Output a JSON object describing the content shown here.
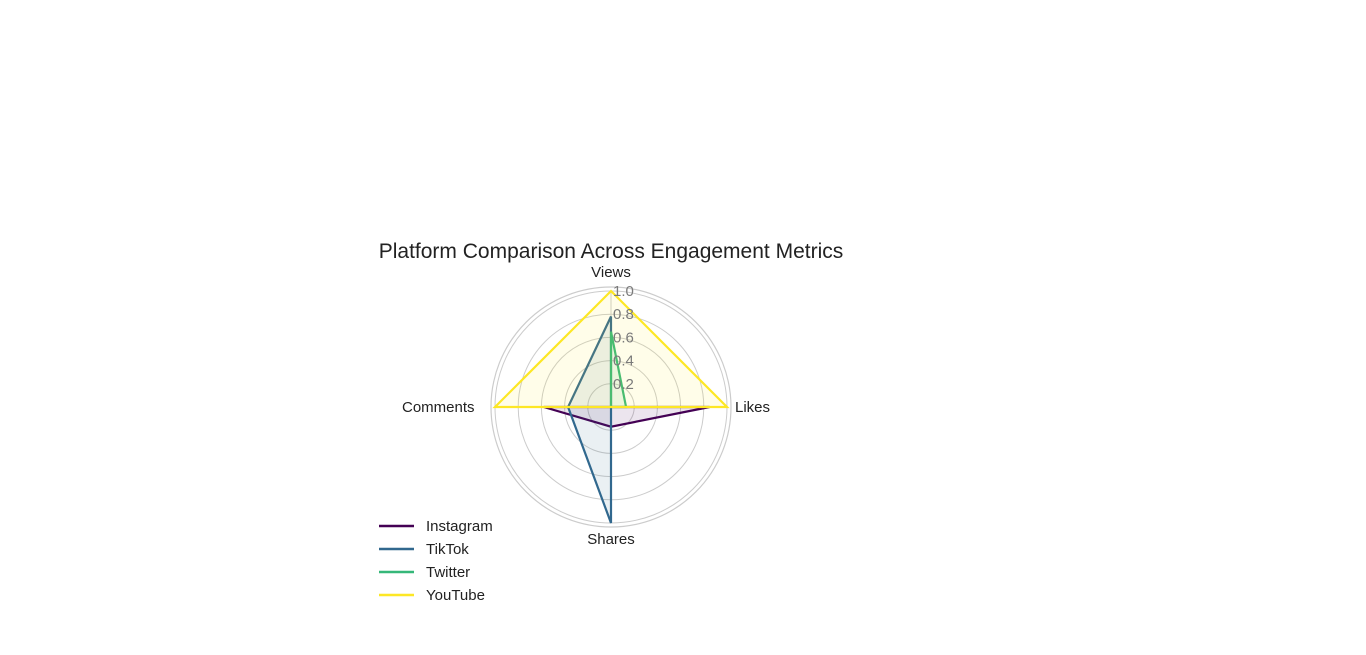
{
  "chart_data": {
    "type": "radar",
    "title": "Platform Comparison Across Engagement Metrics",
    "axes": [
      "Views",
      "Likes",
      "Shares",
      "Comments"
    ],
    "rlim": [
      0,
      1.0
    ],
    "r_ticks": [
      "0.2",
      "0.4",
      "0.6",
      "0.8",
      "1.0"
    ],
    "r_tick_values": [
      0.2,
      0.4,
      0.6,
      0.8,
      1.0
    ],
    "grid": true,
    "legend_position": "lower-left",
    "series": [
      {
        "name": "Instagram",
        "color": "#440154",
        "values": [
          0.0,
          0.85,
          0.17,
          0.58
        ]
      },
      {
        "name": "TikTok",
        "color": "#31688e",
        "values": [
          0.78,
          0.0,
          1.0,
          0.37
        ]
      },
      {
        "name": "Twitter",
        "color": "#35b779",
        "values": [
          0.65,
          0.13,
          0.0,
          0.0
        ]
      },
      {
        "name": "YouTube",
        "color": "#fde725",
        "values": [
          1.0,
          1.0,
          0.0,
          1.0
        ]
      }
    ]
  }
}
